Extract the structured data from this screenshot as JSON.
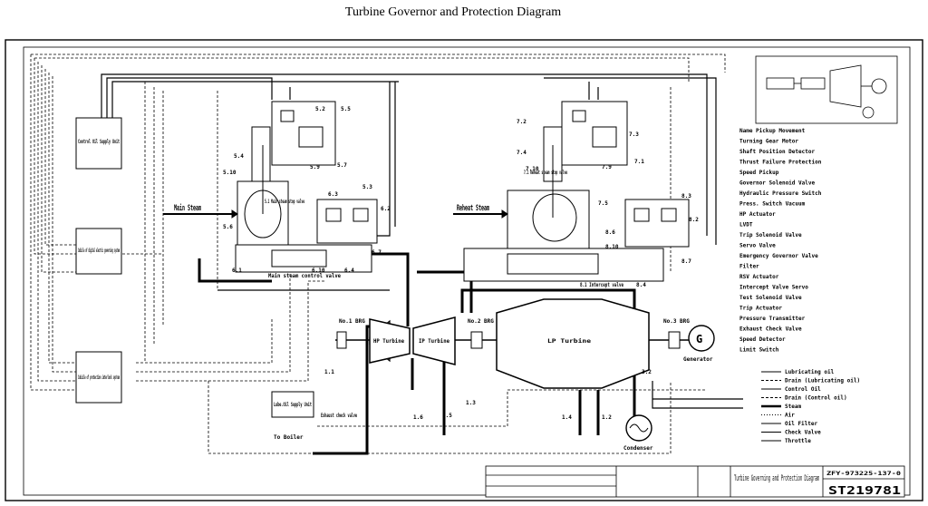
{
  "title": "Turbine Governor and Protection Diagram",
  "boxes": {
    "control_oil": "Control Oil Supply Unit",
    "cubicle_digital": "Cubicle of digital electric governing system",
    "cubicle_protection": "Cubicle of protection interlock system",
    "lube_oil": "Lube.Oil Supply Unit"
  },
  "flows": {
    "main_steam": "Main Steam",
    "reheat_steam": "Reheat Steam",
    "to_boiler": "To Boiler"
  },
  "turbines": {
    "hp": "HP Turbine",
    "ip": "IP Turbine",
    "lp": "LP Turbine"
  },
  "components": {
    "generator": "Generator",
    "condenser": "Condenser",
    "brg1": "No.1 BRG",
    "brg2": "No.2 BRG",
    "brg3": "No.3 BRG",
    "msv": "5.1 Main steam stop valve",
    "mscv": "Main steam control valve",
    "rsv": "7.1 Reheat steam stop valve",
    "icv": "8.1 Intercept valve",
    "check_valve": "Exhaust check valve"
  },
  "tags": {
    "t52": "5.2",
    "t54": "5.4",
    "t59": "5.9",
    "t57": "5.7",
    "t510": "5.10",
    "t53": "5.3",
    "t56": "5.6",
    "t55": "5.5",
    "t61": "6.1",
    "t610": "6.10",
    "t64": "6.4",
    "t67": "6.7",
    "t63": "6.3",
    "t62": "6.2",
    "t72": "7.2",
    "t74": "7.4",
    "t710": "7.10",
    "t79": "7.9",
    "t71b": "7.1",
    "t75": "7.5",
    "t73": "7.3",
    "t83": "8.3",
    "t82": "8.2",
    "t86": "8.6",
    "t810": "8.10",
    "t87": "8.7",
    "t84": "8.4",
    "t11": "1.1",
    "t16": "1.6",
    "t15": "1.5",
    "t13": "1.3",
    "t14": "1.4",
    "t12": "1.2",
    "t32": "3.2"
  },
  "legend_list": [
    "Name  Pickup  Movement",
    "Turning Gear Motor",
    "Shaft Position Detector",
    "Thrust Failure Protection",
    "Speed Pickup",
    "Governor Solenoid Valve",
    "Hydraulic Pressure Switch",
    "Press. Switch Vacuum",
    "HP Actuator",
    "LVDT",
    "Trip Solenoid Valve",
    "Servo Valve",
    "Emergency Governor Valve",
    "Filter",
    "RSV Actuator",
    "Intercept Valve Servo",
    "Test Solenoid Valve",
    "Trip Actuator",
    "Pressure Transmitter",
    "Exhaust Check Valve",
    "Speed Detector",
    "Limit Switch"
  ],
  "line_legend": [
    "Lubricating oil",
    "Drain (Lubricating oil)",
    "Control Oil",
    "Drain (Control oil)",
    "Steam",
    "Air",
    "Oil Filter",
    "Check Valve",
    "Throttle"
  ],
  "title_block": {
    "name": "Turbine Governing and Protection Diagram",
    "code": "ST219781",
    "number": "ZFY-973225-137-0"
  },
  "colors": {
    "line": "#000000",
    "background": "#ffffff"
  }
}
